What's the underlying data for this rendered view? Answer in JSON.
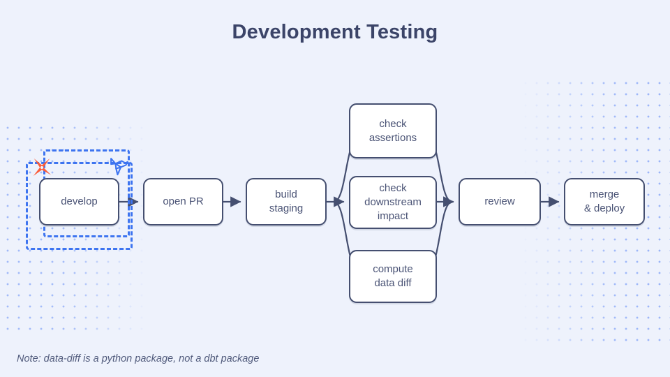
{
  "page": {
    "title": "Development Testing",
    "background_color": "#eef2fc",
    "footnote": "Note: data-diff is a python package, not a dbt package"
  },
  "colors": {
    "background": "#eef2fc",
    "node_fill": "#ffffff",
    "node_border": "#454f70",
    "text": "#4a5375",
    "title": "#3b4468",
    "dashed_scope": "#3d74f0",
    "dot_grid": "#5b86f5",
    "dbt_orange": "#fb5c3a",
    "datafold_blue": "#3d74f0"
  },
  "flow": {
    "nodes": [
      {
        "id": "develop",
        "label": "develop"
      },
      {
        "id": "open-pr",
        "label": "open PR"
      },
      {
        "id": "build",
        "label": "build\nstaging"
      },
      {
        "id": "assert",
        "label": "check\nassertions"
      },
      {
        "id": "downstr",
        "label": "check\ndownstream\nimpact"
      },
      {
        "id": "datadiff",
        "label": "compute\ndata diff"
      },
      {
        "id": "review",
        "label": "review"
      },
      {
        "id": "merge",
        "label": "merge\n& deploy"
      }
    ]
  },
  "scopes": [
    {
      "id": "scope-dbt",
      "name": "dbt-scope-boundary"
    },
    {
      "id": "scope-datafold",
      "name": "datafold-scope-boundary"
    }
  ],
  "icons": {
    "dbt": "dbt-logo-icon",
    "datafold": "datafold-origami-bird-icon"
  }
}
